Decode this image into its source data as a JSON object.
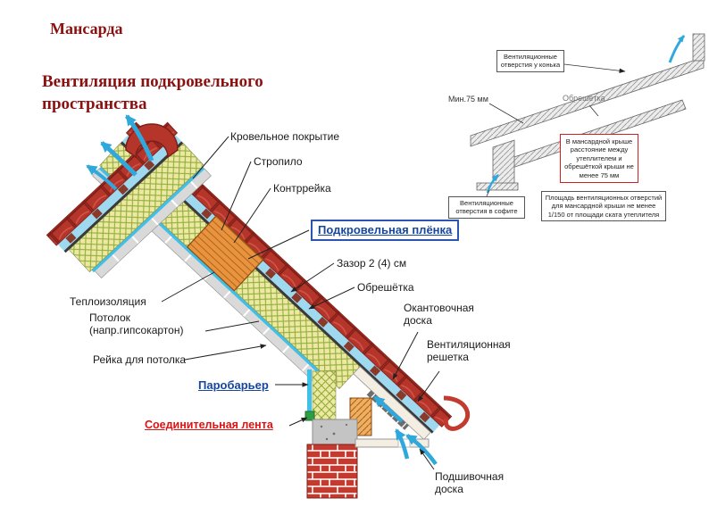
{
  "header": {
    "title": "Мансарда",
    "subtitle": "Вентиляция подкровельного пространства"
  },
  "diagram": {
    "labels": {
      "roof_covering": "Кровельное покрытие",
      "rafter": "Стропило",
      "counter_batten": "Контррейка",
      "underroof_film": "Подкровельная плёнка",
      "gap": "Зазор 2 (4) см",
      "lathing": "Обрешётка",
      "insulation": "Теплоизоляция",
      "ceiling": "Потолок (напр.гипсокартон)",
      "ceiling_batten": "Рейка для потолка",
      "vapor_barrier": "Паробарьер",
      "connecting_tape": "Соединительная лента",
      "edging_board": "Окантовочная доска",
      "vent_grille": "Вентиляционная решетка",
      "soffit_board": "Подшивочная доска"
    }
  },
  "inset": {
    "ridge_vent_note": "Вентиляционные отверстия у конька",
    "min_gap": "Мин.75 мм",
    "lathing": "Обрешётка",
    "red_note": "В мансардной крыше расстояние между утеплителем и обрешёткой крыши не менее 75 мм",
    "soffit_vent_note": "Вентиляционные отверстия в софите",
    "area_note": "Площадь вентиляционных отверстий для мансардной крыши не менее 1/150 от площади ската утеплителя"
  },
  "colors": {
    "accent_maroon": "#8B1111",
    "label_blue": "#17469e",
    "label_red": "#e01212",
    "arrow_cyan": "#2FA8DC",
    "tile_red": "#B5352A",
    "insulation_yellow": "#EDE8A2",
    "wood_orange": "#E8943E"
  }
}
